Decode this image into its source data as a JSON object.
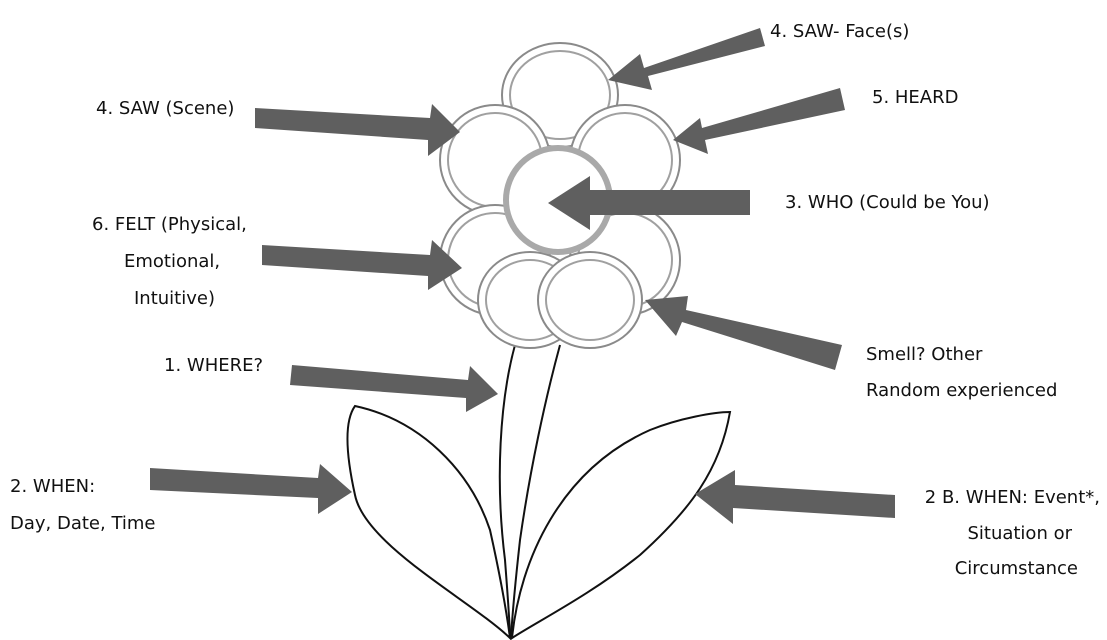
{
  "colors": {
    "arrow": "#5f5f5f",
    "petal_outline": "#8a8a8a",
    "petal_inner": "#a0a0a0",
    "center_ring": "#a9a9a9",
    "stem": "#111111"
  },
  "labels": {
    "saw_faces": "4.  SAW- Face(s)",
    "saw_scene": "4. SAW (Scene)",
    "heard": "5. HEARD",
    "who": "3.  WHO (Could be You)",
    "felt_l1": "6.  FELT (Physical,",
    "felt_l2": "Emotional,",
    "felt_l3": "Intuitive)",
    "smell_l1": "Smell? Other",
    "smell_l2": "Random experienced",
    "where": "1. WHERE?",
    "when_l1": "2. WHEN:",
    "when_l2": "Day, Date, Time",
    "whenb_l1": "2 B. WHEN: Event*,",
    "whenb_l2": "Situation or",
    "whenb_l3": "Circumstance"
  }
}
